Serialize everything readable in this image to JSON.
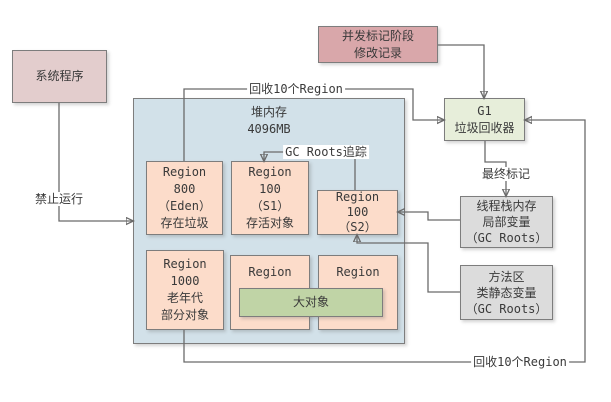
{
  "diagram": {
    "system_box": {
      "label": "系统程序"
    },
    "concurrent_mark_box": {
      "label": "并发标记阶段\n修改记录"
    },
    "g1_box": {
      "label": "G1\n垃圾回收器"
    },
    "heap": {
      "title": "堆内存",
      "size": "4096MB"
    },
    "regions": {
      "eden": "Region\n800\n（Eden）\n存在垃圾",
      "s1": "Region\n100\n（S1）\n存活对象",
      "s2": "Region\n100\n（S2）",
      "old": "Region\n1000\n老年代\n部分对象",
      "free_1": "Region",
      "free_2": "Region",
      "big_object": "大对象"
    },
    "thread_stack_box": {
      "label": "线程栈内存\n局部变量\n（GC Roots）"
    },
    "method_area_box": {
      "label": "方法区\n类静态变量\n（GC Roots）"
    },
    "edge_labels": {
      "recycle_top": "回收10个Region",
      "recycle_bottom": "回收10个Region",
      "forbid_run": "禁止运行",
      "final_mark": "最终标记",
      "gc_roots_trace": "GC Roots追踪"
    },
    "colors": {
      "system_fill": "#e3cdcd",
      "concurrent_fill": "#d9a7aa",
      "g1_fill": "#e7eeda",
      "heap_fill": "#d2e1e9",
      "region_fill": "#fcdcca",
      "big_object_fill": "#c0d4a6",
      "roots_fill": "#dcdcdc",
      "line": "#6b6b6b",
      "border": "#7d7d7d",
      "text": "#3a3a3a"
    }
  }
}
